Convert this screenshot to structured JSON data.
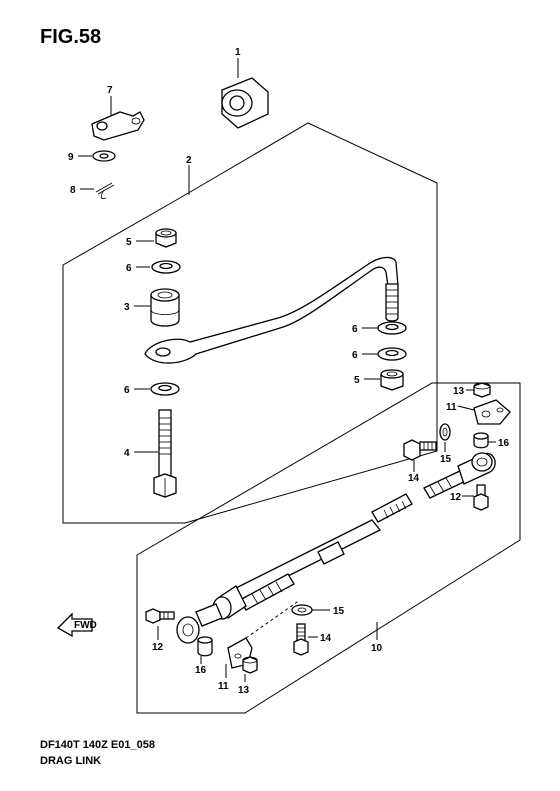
{
  "figure": {
    "title": "FIG.58",
    "code": "DF140T 140Z E01_058",
    "name": "DRAG LINK",
    "fwd_label": "FWD"
  },
  "callouts": {
    "c1": "1",
    "c2": "2",
    "c3": "3",
    "c4": "4",
    "c5a": "5",
    "c5b": "5",
    "c6a": "6",
    "c6b": "6",
    "c6c": "6",
    "c6d": "6",
    "c7": "7",
    "c8": "8",
    "c9": "9",
    "c10": "10",
    "c11a": "11",
    "c11b": "11",
    "c12a": "12",
    "c12b": "12",
    "c13a": "13",
    "c13b": "13",
    "c14a": "14",
    "c14b": "14",
    "c15a": "15",
    "c15b": "15",
    "c16a": "16",
    "c16b": "16"
  }
}
